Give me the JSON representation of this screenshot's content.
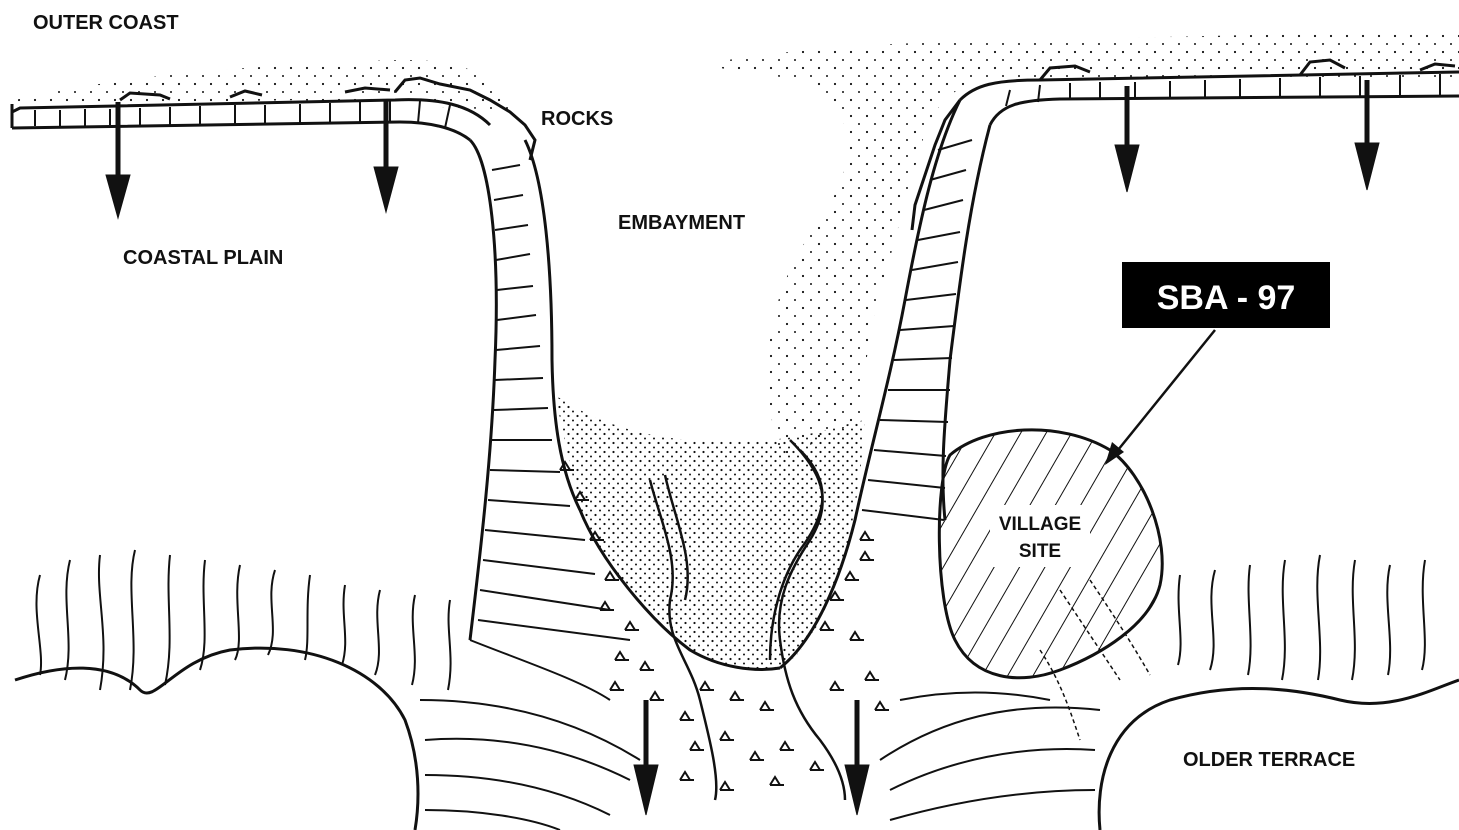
{
  "labels": {
    "outer_coast": "OUTER COAST",
    "rocks": "ROCKS",
    "embayment": "EMBAYMENT",
    "coastal_plain": "COASTAL PLAIN",
    "site_id": "SBA - 97",
    "village_line1": "VILLAGE",
    "village_line2": "SITE",
    "older_terrace": "OLDER TERRACE"
  },
  "colors": {
    "ink": "#111111",
    "paper": "#ffffff",
    "badge_fill": "#000000"
  },
  "icons": {
    "subsidence_arrow": "down-arrow-icon"
  }
}
